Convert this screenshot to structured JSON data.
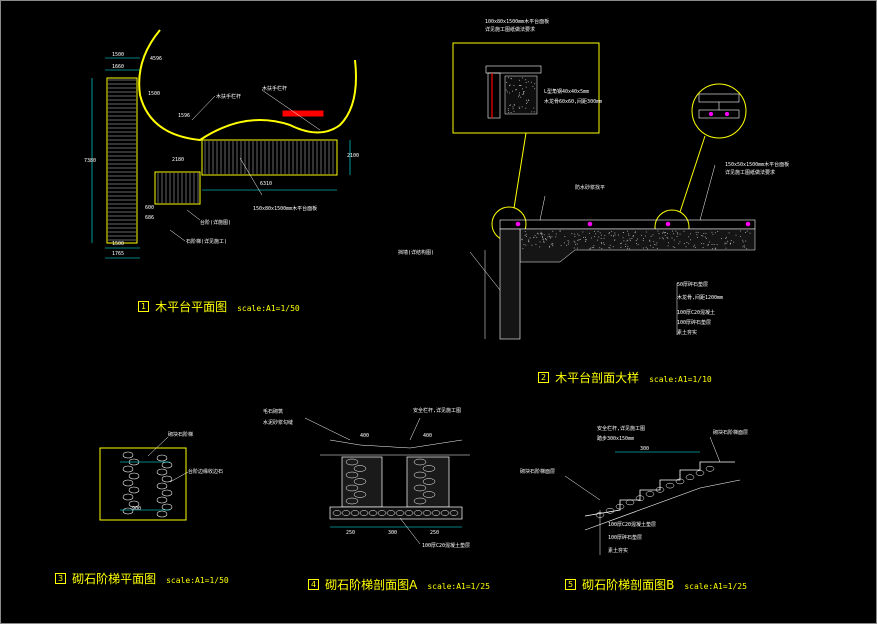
{
  "colors": {
    "background": "#000000",
    "frame": "#8a8a8a",
    "titles": "#ffff00",
    "outlines": "#ffff00",
    "dimensions": "#00ffff",
    "leaders": "#ffffff",
    "rebar": "#ff00ff",
    "accent": "#ff0000"
  },
  "titles": [
    {
      "num": "1",
      "name": "木平台平面图",
      "scale": "scale:A1=1/50"
    },
    {
      "num": "2",
      "name": "木平台剖面大样",
      "scale": "scale:A1=1/10"
    },
    {
      "num": "3",
      "name": "砌石阶梯平面图",
      "scale": "scale:A1=1/50"
    },
    {
      "num": "4",
      "name": "砌石阶梯剖面图A",
      "scale": "scale:A1=1/25"
    },
    {
      "num": "5",
      "name": "砌石阶梯剖面图B",
      "scale": "scale:A1=1/25"
    }
  ],
  "plan_dims": {
    "d1500a": "1500",
    "d1660": "1660",
    "d1500b": "1500",
    "d1596": "1596",
    "d2180": "2180",
    "d6310": "6310",
    "d2100": "2100",
    "d1500c": "1500",
    "d1765": "1765",
    "d7380": "7380",
    "d600": "600",
    "d686": "686",
    "d4596": "4596"
  },
  "plan_notes": {
    "n1": "木扶手栏杆",
    "n2": "木扶手栏杆",
    "n3": "150x80x1500mm木平台面板",
    "n4": "台阶(详施图)",
    "n5": "石阶梯(详见施工)"
  },
  "section_notes": {
    "n1": "100x80x1500mm木平台面板",
    "n2": "详见施工图纸做法要求",
    "n3": "L型角钢40x40x5mm",
    "n4": "木龙骨60x60,间距300mm",
    "n5": "150x50x1500mm木平台面板",
    "n6": "详见施工图纸做法要求",
    "n7": "防水砂浆找平",
    "n8": "50厚碎石垫层",
    "n9": "100厚C20混凝土",
    "n10": "100厚碎石垫层",
    "n11": "素土夯实",
    "n12": "木龙骨,间距1200mm",
    "n13": "挡墙(详结构图)"
  },
  "step_plan_notes": {
    "n1": "砌块石阶梯",
    "n2": "台阶边缘收边石",
    "d": "900"
  },
  "stepA_notes": {
    "n1": "毛石砌筑",
    "n2": "水泥砂浆勾缝",
    "n3": "安全栏杆,详见施工图",
    "n4": "100厚C20混凝土垫层",
    "d1": "400",
    "d2": "400",
    "d3": "250",
    "d4": "300",
    "d5": "250"
  },
  "stepB_notes": {
    "n1": "安全栏杆,详见施工图",
    "n2": "踏步300x150mm",
    "n3": "砌块石阶梯面层",
    "n4": "100厚C20混凝土垫层",
    "n5": "100厚碎石垫层",
    "n6": "素土夯实",
    "n7": "砌块石阶梯面层",
    "d1": "300"
  }
}
